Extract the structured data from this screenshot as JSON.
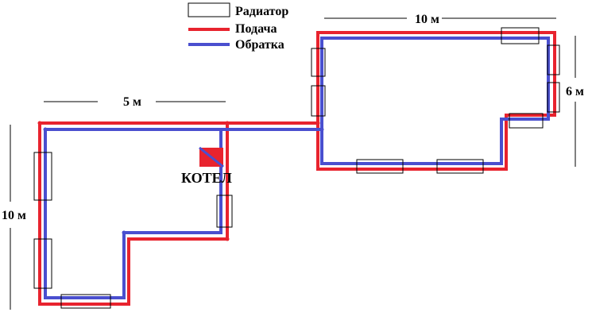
{
  "colors": {
    "supply": "#e8232e",
    "return": "#4a4fcf",
    "radiator_stroke": "#000000",
    "boiler_fill": "#e8232e",
    "boiler_diag": "#4a4fcf"
  },
  "legend": {
    "radiator_label": "Радиатор",
    "supply_label": "Подача",
    "return_label": "Обратка"
  },
  "dimensions": {
    "right_room_width": "10 м",
    "right_room_height": "6 м",
    "left_room_width": "5 м",
    "left_room_height": "10 м"
  },
  "boiler": {
    "label": "КОТЕЛ"
  }
}
